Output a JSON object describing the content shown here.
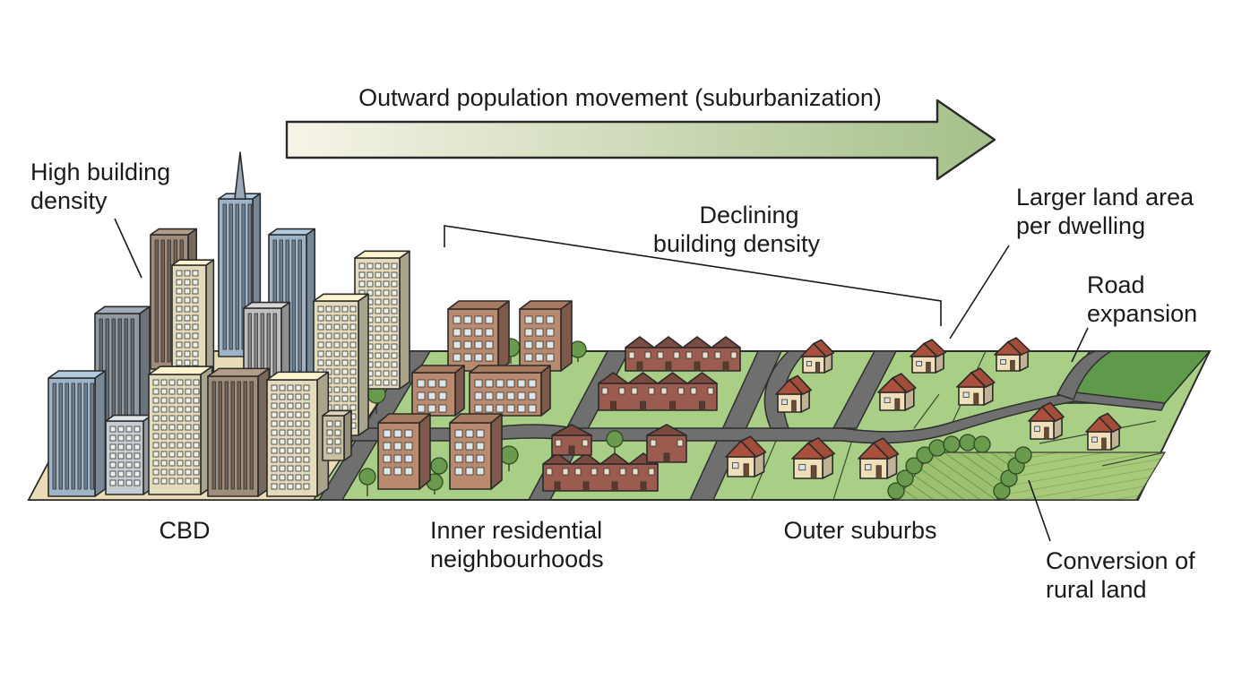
{
  "colors": {
    "ground": "#a9cf87",
    "field": "#5f9a4b",
    "road": "#6f6f6f",
    "arrow_start": "#f7f4e8",
    "arrow_end": "#a5c089",
    "brick": "#9b5c4f",
    "tower_blue": "#9db4c8",
    "tower_tan": "#e3dbb9",
    "tower_brown": "#a08c7a",
    "house_wall": "#f1dfba",
    "house_roof": "#a24c3a",
    "tree": "#6a9a4e"
  },
  "icons": [
    "arrow-right-icon",
    "tree-icon",
    "house-icon",
    "tower-icon",
    "row-house-icon",
    "apartment-icon"
  ],
  "labels": {
    "arrow": "Outward population movement (suburbanization)",
    "high_density": [
      "High building",
      "density"
    ],
    "declining_density": [
      "Declining",
      "building density"
    ],
    "larger_land": [
      "Larger land area",
      "per dwelling"
    ],
    "road_expansion": [
      "Road",
      "expansion"
    ],
    "cbd": "CBD",
    "inner": [
      "Inner residential",
      "neighbourhoods"
    ],
    "outer": "Outer suburbs",
    "rural": [
      "Conversion of",
      "rural land"
    ]
  }
}
